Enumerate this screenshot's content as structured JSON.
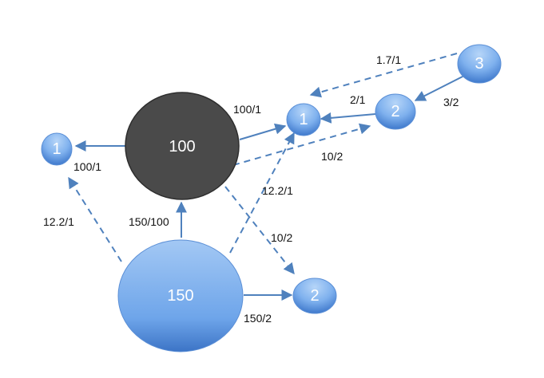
{
  "colors": {
    "node_blue_light": "#a9cdf6",
    "node_blue_mid": "#6aa3e8",
    "node_blue_dark": "#3f79cc",
    "node_dark": "#4a4a4a",
    "node_dark_stroke": "#2e2e2e",
    "edge": "#4f81bd"
  },
  "nodes": {
    "n100": "100",
    "n150": "150",
    "left1": "1",
    "mid1": "1",
    "mid2": "2",
    "right3": "3",
    "bottom2": "2"
  },
  "edges": {
    "e100_left1": "100/1",
    "e100_mid1": "100/1",
    "e150_100": "150/100",
    "e150_left1": "12.2/1",
    "e150_mid1": "12.2/1",
    "e100_bottom2": "10/2",
    "e100_mid2": "10/2",
    "e150_bottom2": "150/2",
    "e_mid2_mid1": "2/1",
    "e_right3_mid2": "3/2",
    "e_right3_mid1": "1.7/1"
  }
}
